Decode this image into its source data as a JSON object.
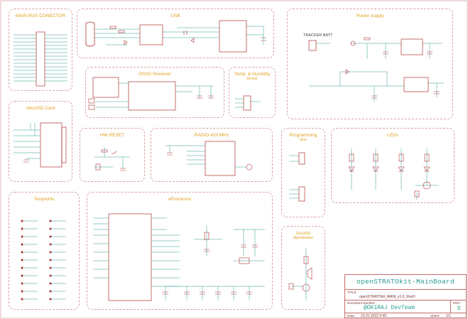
{
  "blocks": {
    "main_bus": "MAIN BUS CONECTOR",
    "usb": "USB",
    "power": "Power supply",
    "tracker_batt": "TRACKER BATT",
    "gnss": "GNSS Reciever",
    "temp": "Temp. & Humidity",
    "temp_sub": "Sensor",
    "microsd": "microSD Card",
    "hw_reset": "HW RESET",
    "radio": "RADIO 433 MHz",
    "programming": "Programming",
    "programming_sub": "pins",
    "leds": "LEDs",
    "testpoints": "Testpoints",
    "uprocessor": "uProcessor",
    "acoustic": "Acustic",
    "acoustic_sub": "Signalization"
  },
  "title_block": {
    "project": "openSTRATOkit-MainBoard",
    "title_label": "TITLE:",
    "title_value": "openSTRATOkit_MAIN_v1.0_RevD",
    "docnum_label": "Document Number:",
    "team": "@OK1RAJ DevTeam",
    "rev_label": "REV:",
    "rev_value": "D",
    "date_label": "Date:",
    "date_value": "22.01.2022 0:40",
    "sheet_label": "Sheet:",
    "sheet_value": "1/1"
  },
  "colors": {
    "frame": "#d9a2a2",
    "heading": "#e0a020",
    "wire": "#2a9d8f",
    "component": "#b03030"
  }
}
